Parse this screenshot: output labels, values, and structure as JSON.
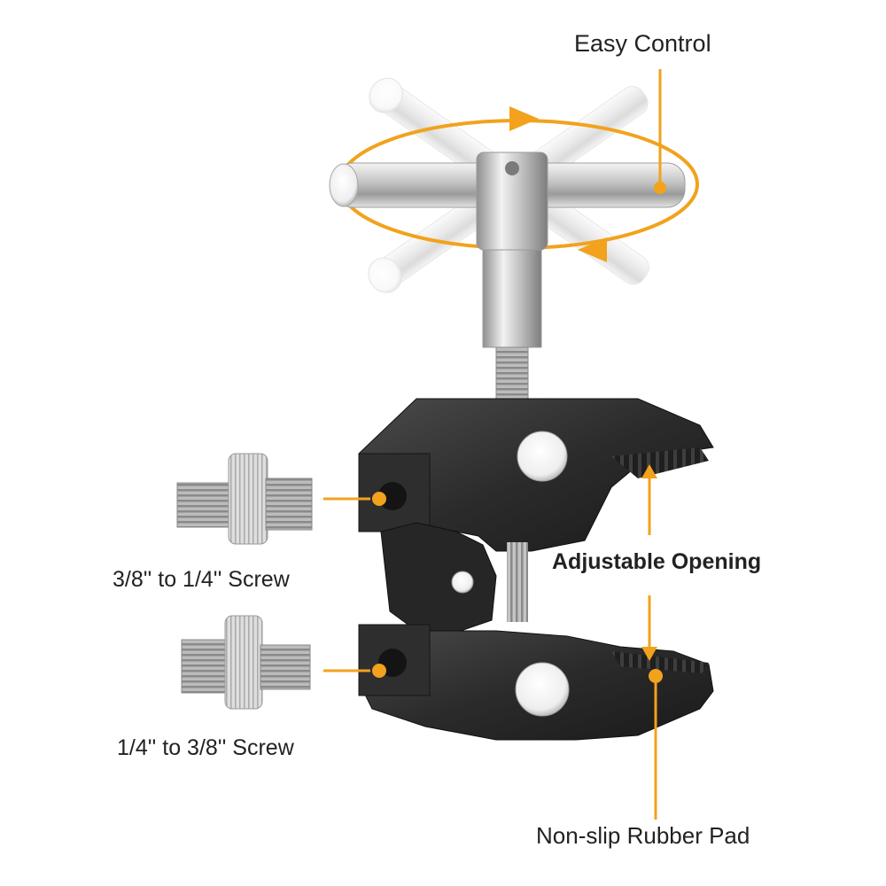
{
  "labels": {
    "easy_control": "Easy Control",
    "adjustable_opening": "Adjustable Opening",
    "non_slip_pad": "Non-slip Rubber Pad",
    "screw_38_to_14": "3/8'' to 1/4'' Screw",
    "screw_14_to_38": "1/4'' to 3/8'' Screw"
  },
  "colors": {
    "accent": "#f2a21c",
    "clamp_body": "#2b2b2b",
    "metal": "#c9c9c9",
    "text": "#222222"
  }
}
